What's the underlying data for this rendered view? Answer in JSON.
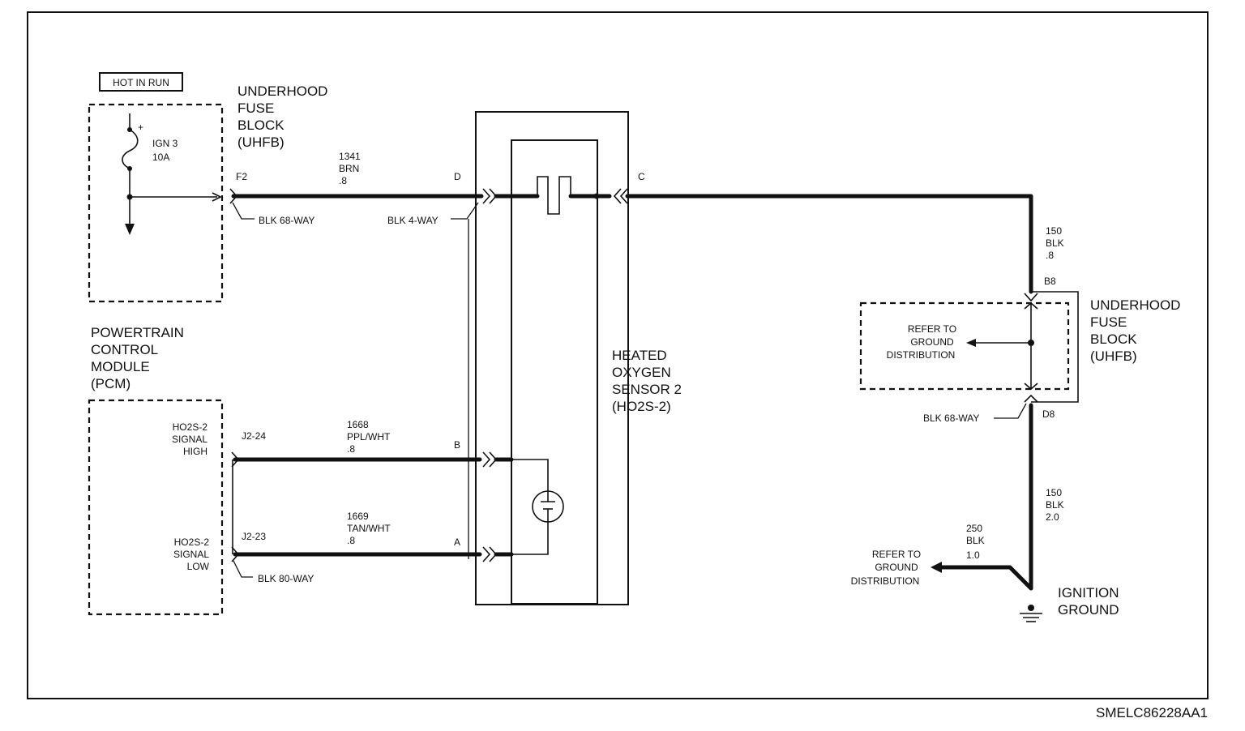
{
  "labels": {
    "hot_in_run": "HOT IN RUN",
    "fuse": {
      "line1": "IGN 3",
      "line2": "10A"
    },
    "uhfb_top": [
      "UNDERHOOD",
      "FUSE",
      "BLOCK",
      "(UHFB)"
    ],
    "pcm": [
      "POWERTRAIN",
      "CONTROL",
      "MODULE",
      "(PCM)"
    ],
    "ho2s_title": [
      "HEATED",
      "OXYGEN",
      "SENSOR 2",
      "(HO2S-2)"
    ],
    "uhfb_right": [
      "UNDERHOOD",
      "FUSE",
      "BLOCK",
      "(UHFB)"
    ],
    "refer_ground_1": [
      "REFER TO",
      "GROUND",
      "DISTRIBUTION"
    ],
    "refer_ground_2": [
      "REFER TO",
      "GROUND",
      "DISTRIBUTION"
    ],
    "ignition_ground": [
      "IGNITION",
      "GROUND"
    ],
    "signal_high": [
      "HO2S-2",
      "SIGNAL",
      "HIGH"
    ],
    "signal_low": [
      "HO2S-2",
      "SIGNAL",
      "LOW"
    ],
    "diagram_id": "SMELC86228AA1"
  },
  "pins": {
    "f2": "F2",
    "d": "D",
    "c": "C",
    "b": "B",
    "a": "A",
    "j2_24": "J2-24",
    "j2_23": "J2-23",
    "b8": "B8",
    "d8": "D8"
  },
  "connectors": {
    "blk68_top": "BLK 68-WAY",
    "blk4": "BLK 4-WAY",
    "blk68_right": "BLK 68-WAY",
    "blk80": "BLK 80-WAY"
  },
  "wires": {
    "w1341": [
      "1341",
      "BRN",
      ".8"
    ],
    "w1668": [
      "1668",
      "PPL/WHT",
      ".8"
    ],
    "w1669": [
      "1669",
      "TAN/WHT",
      ".8"
    ],
    "w150a": [
      "150",
      "BLK",
      ".8"
    ],
    "w150b": [
      "150",
      "BLK",
      "2.0"
    ],
    "w250": [
      "250",
      "BLK",
      "1.0"
    ]
  }
}
